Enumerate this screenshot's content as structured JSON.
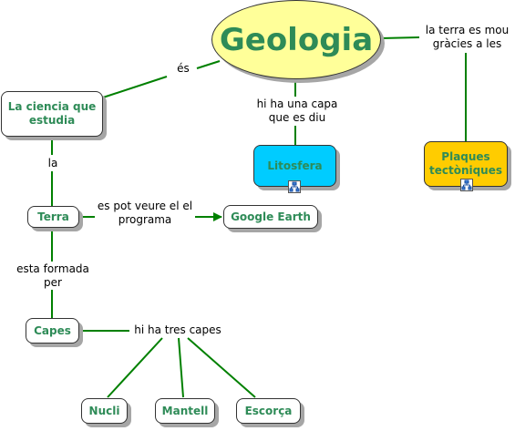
{
  "colors": {
    "title_fill": "#ffff99",
    "litosfera_fill": "#00ccff",
    "plaques_fill": "#ffcc00",
    "node_text": "#2e8b57",
    "link_line": "#008000"
  },
  "nodes": {
    "geologia": "Geologia",
    "ciencia": "La ciencia que estudia",
    "litosfera": "Litosfera",
    "plaques": "Plaques tectòniques",
    "terra": "Terra",
    "google_earth": "Google Earth",
    "capes": "Capes",
    "nucli": "Nucli",
    "mantell": "Mantell",
    "escorca": "Escorça"
  },
  "links": {
    "es": "és",
    "capa": "hi ha una capa que es diu",
    "mou": "la terra es mou gràcies a les",
    "la": "la",
    "programa": "es pot veure el el programa",
    "formada": "esta formada per",
    "tres_capes": "hi ha tres capes"
  },
  "icons": {
    "submap": "concept-map-icon"
  }
}
